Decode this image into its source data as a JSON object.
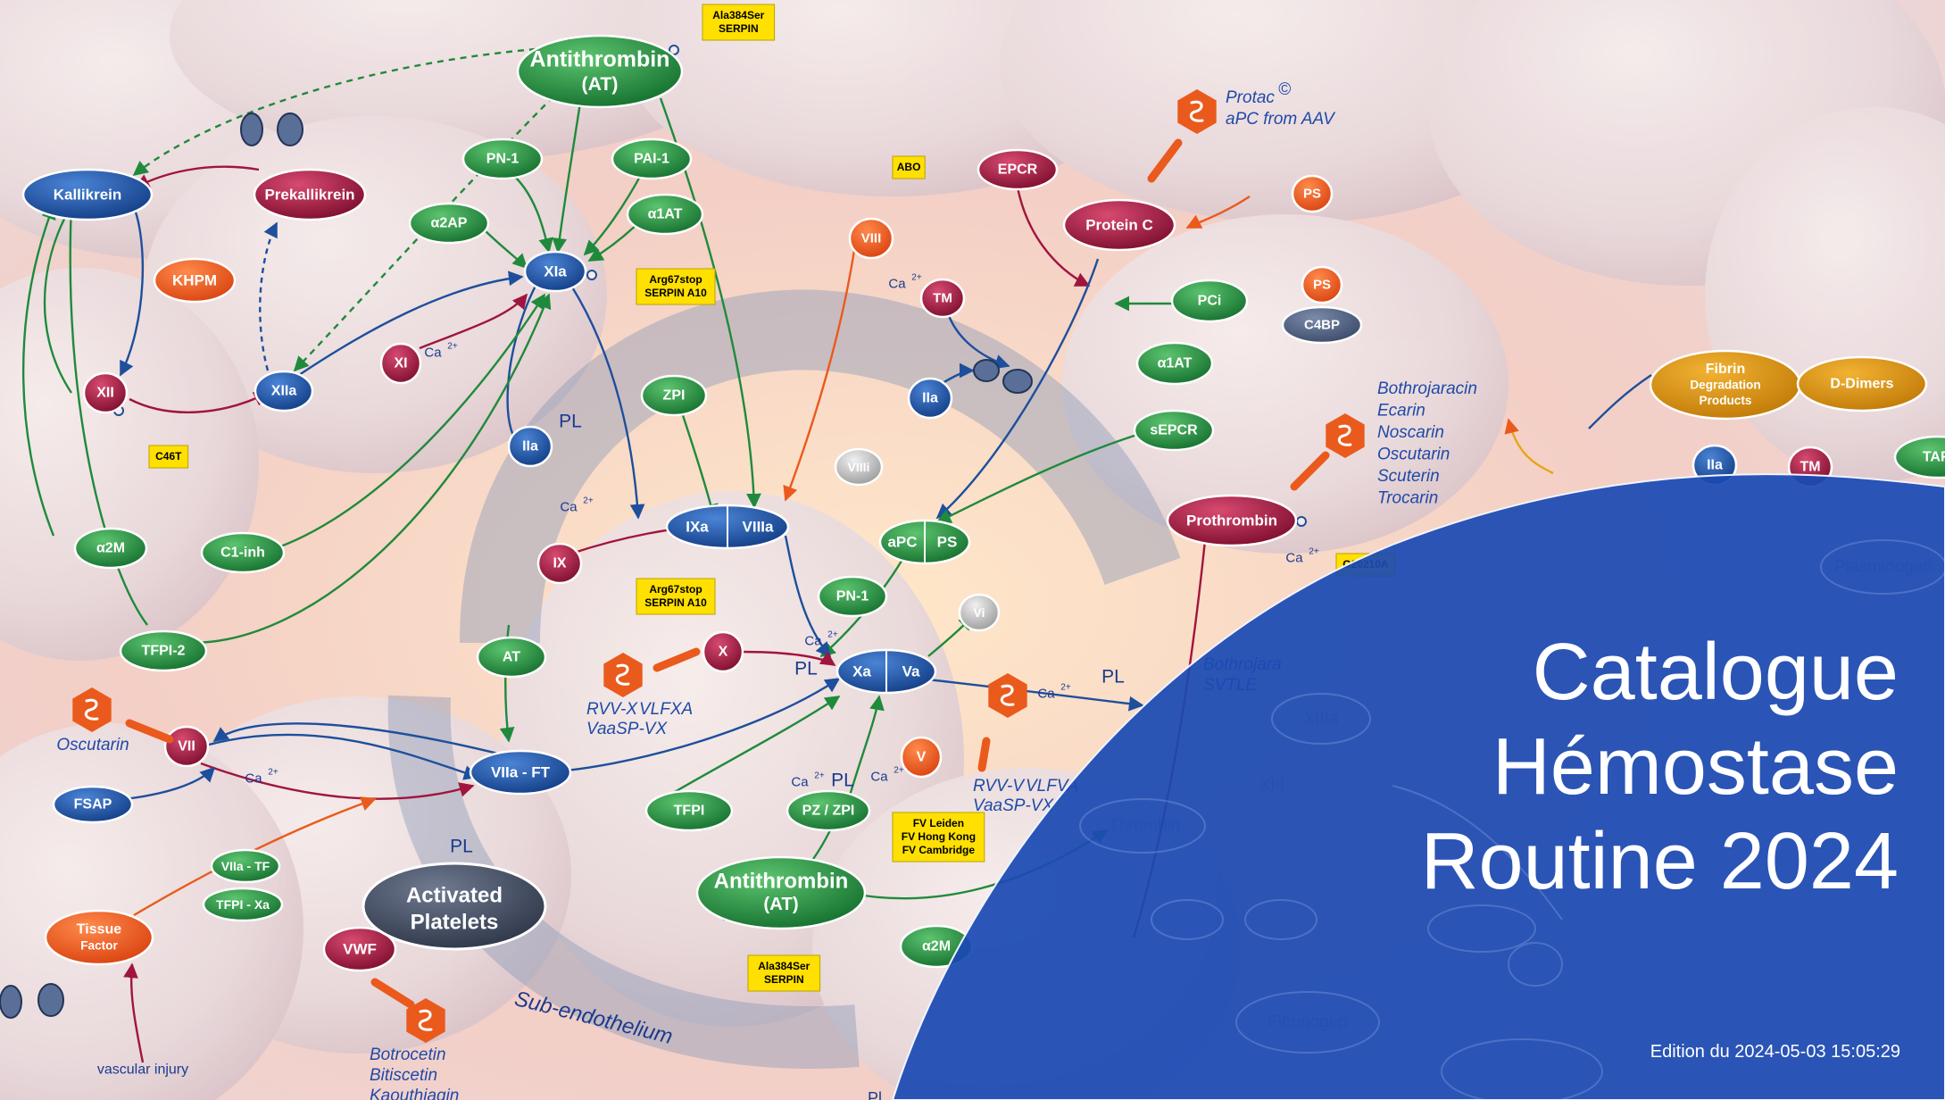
{
  "title": {
    "line1": "Catalogue",
    "line2": "Hémostase",
    "line3": "Routine 2024"
  },
  "edition": "Edition du 2024-05-03 15:05:29",
  "colors": {
    "green": "#1f8a3c",
    "blue": "#1d4f9c",
    "red": "#a0153e",
    "orange": "#ea5a1c",
    "overlay": "#1b4ab4",
    "tag": "#ffe000"
  },
  "diagram": {
    "nodes": [
      {
        "id": "antithrombin_top",
        "label": "Antithrombin",
        "sub": "(AT)",
        "color": "green"
      },
      {
        "id": "kallikrein",
        "label": "Kallikrein",
        "color": "blue"
      },
      {
        "id": "prekallikrein",
        "label": "Prekallikrein",
        "color": "red"
      },
      {
        "id": "khpm",
        "label": "KHPM",
        "color": "orange"
      },
      {
        "id": "pn1_top",
        "label": "PN-1",
        "color": "green"
      },
      {
        "id": "pai1",
        "label": "PAI-1",
        "color": "green"
      },
      {
        "id": "a2ap",
        "label": "α2AP",
        "color": "green"
      },
      {
        "id": "a1at_top",
        "label": "α1AT",
        "color": "green"
      },
      {
        "id": "xia",
        "label": "XIa",
        "color": "blue"
      },
      {
        "id": "xii",
        "label": "XII",
        "color": "red"
      },
      {
        "id": "xiia",
        "label": "XIIa",
        "color": "blue"
      },
      {
        "id": "xi",
        "label": "XI",
        "color": "red"
      },
      {
        "id": "a2m_left",
        "label": "α2M",
        "color": "green"
      },
      {
        "id": "c1inh",
        "label": "C1-inh",
        "color": "green"
      },
      {
        "id": "tfpi2",
        "label": "TFPI-2",
        "color": "green"
      },
      {
        "id": "iia_mid",
        "label": "IIa",
        "color": "blue"
      },
      {
        "id": "zpi",
        "label": "ZPI",
        "color": "green"
      },
      {
        "id": "viii",
        "label": "VIII",
        "color": "orange"
      },
      {
        "id": "epcr",
        "label": "EPCR",
        "color": "red"
      },
      {
        "id": "protein_c",
        "label": "Protein C",
        "color": "red"
      },
      {
        "id": "ps_top",
        "label": "PS",
        "color": "orange"
      },
      {
        "id": "ps_mid",
        "label": "PS",
        "color": "orange"
      },
      {
        "id": "c4bp",
        "label": "C4BP",
        "color": "slate"
      },
      {
        "id": "tm_mid",
        "label": "TM",
        "color": "red"
      },
      {
        "id": "pci",
        "label": "PCi",
        "color": "green"
      },
      {
        "id": "a1at_right",
        "label": "α1AT",
        "color": "green"
      },
      {
        "id": "iia_center",
        "label": "IIa",
        "color": "blue"
      },
      {
        "id": "sepcr",
        "label": "sEPCR",
        "color": "green"
      },
      {
        "id": "viiii",
        "label": "VIIIi",
        "color": "grey"
      },
      {
        "id": "ix",
        "label": "IX",
        "color": "red"
      },
      {
        "id": "apc",
        "label": "aPC",
        "color": "green"
      },
      {
        "id": "ps_apc",
        "label": "PS",
        "color": "green"
      },
      {
        "id": "pn1_mid",
        "label": "PN-1",
        "color": "green"
      },
      {
        "id": "vi",
        "label": "Vi",
        "color": "grey"
      },
      {
        "id": "x",
        "label": "X",
        "color": "red"
      },
      {
        "id": "at_mid",
        "label": "AT",
        "color": "green"
      },
      {
        "id": "vii",
        "label": "VII",
        "color": "red"
      },
      {
        "id": "fsap",
        "label": "FSAP",
        "color": "blue"
      },
      {
        "id": "tfpi",
        "label": "TFPI",
        "color": "green"
      },
      {
        "id": "pz_zpi",
        "label": "PZ / ZPI",
        "color": "green"
      },
      {
        "id": "v",
        "label": "V",
        "color": "orange"
      },
      {
        "id": "viia_tf_small",
        "label": "VIIa - TF",
        "color": "green"
      },
      {
        "id": "tfpi_xa",
        "label": "TFPI - Xa",
        "color": "green"
      },
      {
        "id": "tissue_factor",
        "label": "Tissue",
        "sub": "Factor",
        "color": "orange"
      },
      {
        "id": "vwf",
        "label": "VWF",
        "color": "red"
      },
      {
        "id": "antithrombin_bottom",
        "label": "Antithrombin",
        "sub": "(AT)",
        "color": "green"
      },
      {
        "id": "a2m_bottom",
        "label": "α2M",
        "color": "green"
      },
      {
        "id": "prothrombin",
        "label": "Prothrombin",
        "color": "red"
      },
      {
        "id": "fdp",
        "label": "Fibrin",
        "sub": "Degradation",
        "sub2": "Products",
        "color": "gold"
      },
      {
        "id": "ddimers",
        "label": "D-Dimers",
        "color": "gold"
      },
      {
        "id": "iia_right",
        "label": "IIa",
        "color": "blue"
      },
      {
        "id": "tm_right",
        "label": "TM",
        "color": "red"
      },
      {
        "id": "tafi",
        "label": "TAFI",
        "color": "green"
      }
    ],
    "complexes": [
      {
        "id": "ixa_viiia",
        "left": "IXa",
        "right": "VIIIa"
      },
      {
        "id": "xa_va",
        "left": "Xa",
        "right": "Va"
      },
      {
        "id": "apc_ps",
        "left": "aPC",
        "right": "PS"
      }
    ],
    "single_labels": {
      "viia_ft": "VIIa - FT",
      "activated_platelets_1": "Activated",
      "activated_platelets_2": "Platelets",
      "sub_endothelium": "Sub-endothelium",
      "vascular_injury": "vascular injury",
      "ca": "Ca",
      "ca_sup": "2+",
      "pl": "PL",
      "oscutarin": "Oscutarin",
      "protac": "Protac",
      "protac_mark": "©",
      "apc_from_aav": "aPC from AAV",
      "rvv_x": "RVV-X",
      "rvv_x_sub": "VLFXA",
      "vaasp_vx": "VaaSP-VX",
      "rvv_v": "RVV-V",
      "rvv_v_sub": "VLFVA",
      "vaasp_vx2": "VaaSP-VX",
      "bothrojaracin_2": "Bothrojara",
      "svtle": "SVTLE",
      "thrombin_faded": "Thrombin",
      "plasminogen_faded": "Plasminogen",
      "fibrinogen_faded": "Fibrinogen",
      "xiiia_faded": "XIIIa",
      "xiii_faded": "XIII",
      "pl_frag": "Pl"
    },
    "venom_list_right": [
      "Bothrojaracin",
      "Ecarin",
      "Noscarin",
      "Oscutarin",
      "Scuterin",
      "Trocarin"
    ],
    "venom_list_bottom": [
      "Botrocetin",
      "Bitiscetin",
      "Kaouthiagin"
    ],
    "tags": [
      {
        "id": "tag_ala_top",
        "lines": [
          "Ala384Ser",
          "SERPIN"
        ]
      },
      {
        "id": "tag_arg_top",
        "lines": [
          "Arg67stop",
          "SERPIN A10"
        ]
      },
      {
        "id": "tag_c46t",
        "lines": [
          "C46T"
        ]
      },
      {
        "id": "tag_abo",
        "lines": [
          "ABO"
        ]
      },
      {
        "id": "tag_arg_mid",
        "lines": [
          "Arg67stop",
          "SERPIN A10"
        ]
      },
      {
        "id": "tag_g20210a",
        "lines": [
          "G20210A"
        ]
      },
      {
        "id": "tag_fv",
        "lines": [
          "FV Leiden",
          "FV Hong Kong",
          "FV Cambridge"
        ]
      },
      {
        "id": "tag_ala_bottom",
        "lines": [
          "Ala384Ser",
          "SERPIN"
        ]
      }
    ]
  }
}
